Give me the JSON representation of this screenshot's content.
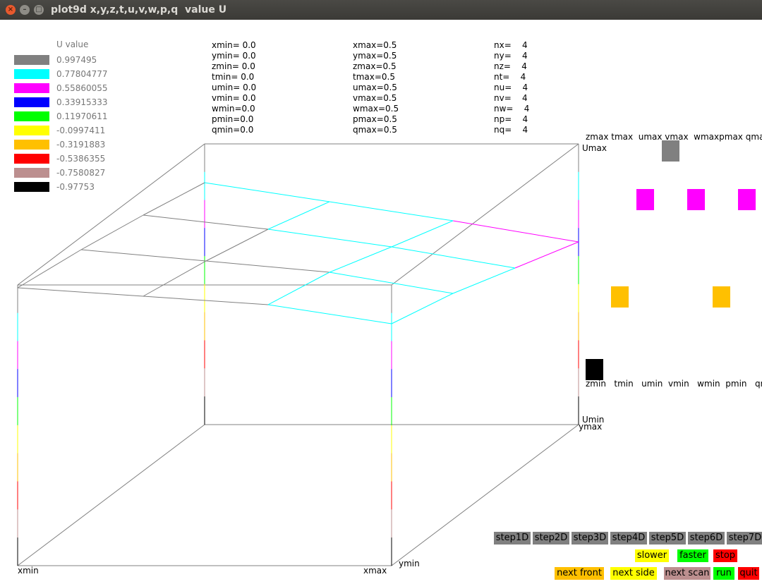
{
  "window": {
    "title": "plot9d x,y,z,t,u,v,w,p,q  value U",
    "close_glyph": "×",
    "minimize_glyph": "–",
    "maximize_glyph": "□"
  },
  "legend": {
    "heading": "U value",
    "entries": [
      {
        "label": "0.997495",
        "color": "#808080"
      },
      {
        "label": "0.77804777",
        "color": "#00ffff"
      },
      {
        "label": "0.55860055",
        "color": "#ff00ff"
      },
      {
        "label": "0.33915333",
        "color": "#0000ff"
      },
      {
        "label": "0.11970611",
        "color": "#00ff00"
      },
      {
        "label": "-0.0997411",
        "color": "#ffff00"
      },
      {
        "label": "-0.3191883",
        "color": "#ffc000"
      },
      {
        "label": "-0.5386355",
        "color": "#ff0000"
      },
      {
        "label": "-0.7580827",
        "color": "#bc8f8f"
      },
      {
        "label": "-0.97753",
        "color": "#000000"
      }
    ]
  },
  "ranges": {
    "mins": [
      "xmin= 0.0",
      "ymin= 0.0",
      "zmin= 0.0",
      "tmin= 0.0",
      "umin= 0.0",
      "vmin= 0.0",
      "wmin=0.0",
      "pmin=0.0",
      "qmin=0.0"
    ],
    "maxs": [
      "xmax=0.5",
      "ymax=0.5",
      "zmax=0.5",
      "tmax=0.5",
      "umax=0.5",
      "vmax=0.5",
      "wmax=0.5",
      "pmax=0.5",
      "qmax=0.5"
    ],
    "counts": [
      "nx=    4",
      "ny=    4",
      "nz=    4",
      "nt=    4",
      "nu=    4",
      "nv=    4",
      "nw=    4",
      "np=    4",
      "nq=    4"
    ]
  },
  "axis_labels": {
    "umax": "Umax",
    "umin": "Umin",
    "xmin": "xmin",
    "xmax": "xmax",
    "ymin": "ymin",
    "ymax": "ymax"
  },
  "dims_panel": {
    "top_labels": "zmax tmax  umax vmax  wmaxpmax qmax",
    "bottom_labels": "zmin   tmin   umin  vmin   wmin  pmin   qmin",
    "markers": [
      {
        "dim": "vmax",
        "color": "#808080",
        "u": 0.997495
      },
      {
        "dim": "umax",
        "color": "#ff00ff",
        "u": 0.55860055
      },
      {
        "dim": "wmax",
        "color": "#ff00ff",
        "u": 0.55860055
      },
      {
        "dim": "qmax",
        "color": "#ff00ff",
        "u": 0.55860055
      },
      {
        "dim": "tmax",
        "color": "#ffc000",
        "u": -0.3191883
      },
      {
        "dim": "pmax",
        "color": "#ffc000",
        "u": -0.3191883
      },
      {
        "dim": "zmin",
        "color": "#000000",
        "u": -0.97753
      }
    ]
  },
  "controls": {
    "steps": [
      "step1D",
      "step2D",
      "step3D",
      "step4D",
      "step5D",
      "step6D",
      "step7D"
    ],
    "slower": "slower",
    "faster": "faster",
    "stop": "stop",
    "next_front": "next front",
    "next_side": "next side",
    "next_scan": "next scan",
    "run": "run",
    "quit": "quit"
  },
  "colors": {
    "step_bg": "#808080",
    "slower_bg": "#ffff00",
    "faster_bg": "#00ff00",
    "stop_bg": "#ff0000",
    "next_front_bg": "#ffc000",
    "next_side_bg": "#ffff00",
    "next_scan_bg": "#bc8f8f",
    "run_bg": "#00ff00",
    "quit_bg": "#ff0000"
  }
}
